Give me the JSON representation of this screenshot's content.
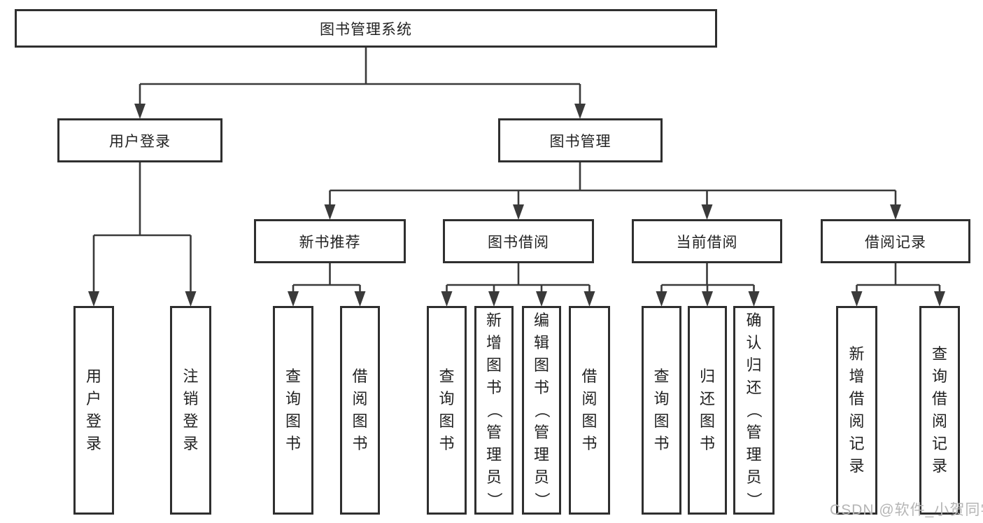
{
  "colors": {
    "line": "#3a3a3a",
    "box_border": "#2f2f2f",
    "box_fill": "#ffffff",
    "text": "#222222",
    "watermark": "#b5b5b5",
    "background": "#ffffff"
  },
  "nodes": {
    "root": {
      "label": "图书管理系统"
    },
    "level2": [
      {
        "label": "用户登录"
      },
      {
        "label": "图书管理"
      }
    ],
    "level3": [
      {
        "label": "新书推荐"
      },
      {
        "label": "图书借阅"
      },
      {
        "label": "当前借阅"
      },
      {
        "label": "借阅记录"
      }
    ],
    "leaves": {
      "user_login": [
        {
          "label": "用户登录"
        },
        {
          "label": "注销登录"
        }
      ],
      "new_books": [
        {
          "label": "查询图书"
        },
        {
          "label": "借阅图书"
        }
      ],
      "book_borrowing": [
        {
          "label": "查询图书"
        },
        {
          "label": "新增图书（管理员）"
        },
        {
          "label": "编辑图书（管理员）"
        },
        {
          "label": "借阅图书"
        }
      ],
      "current_borrowing": [
        {
          "label": "查询图书"
        },
        {
          "label": "归还图书"
        },
        {
          "label": "确认归还（管理员）"
        }
      ],
      "borrowing_records": [
        {
          "label": "新增借阅记录"
        },
        {
          "label": "查询借阅记录"
        }
      ]
    }
  },
  "watermark": {
    "text": "CSDN @软件_小贺同学"
  }
}
